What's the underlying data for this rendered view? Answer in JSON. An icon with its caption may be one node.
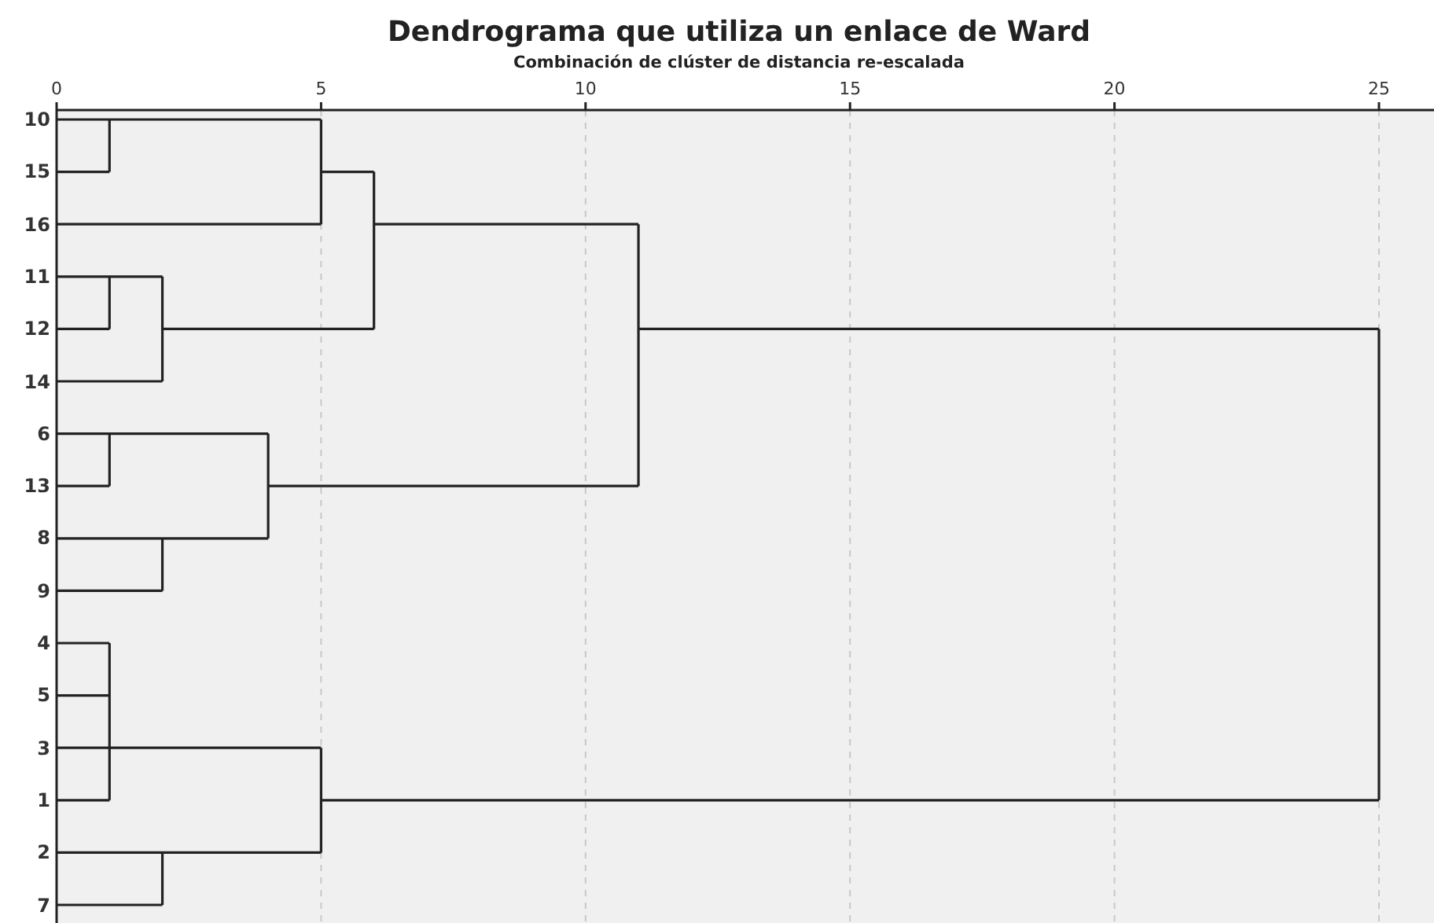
{
  "diagram": {
    "title": "Dendrograma que utiliza un enlace de Ward",
    "labels": [
      "Combinación de clúster de distancia re-escalada",
      "0",
      "5",
      "10",
      "15",
      "20",
      "25",
      "10",
      "15",
      "16",
      "11",
      "12",
      "14",
      "6",
      "13",
      "8",
      "9",
      "4",
      "5",
      "3",
      "1",
      "2",
      "7"
    ]
  }
}
